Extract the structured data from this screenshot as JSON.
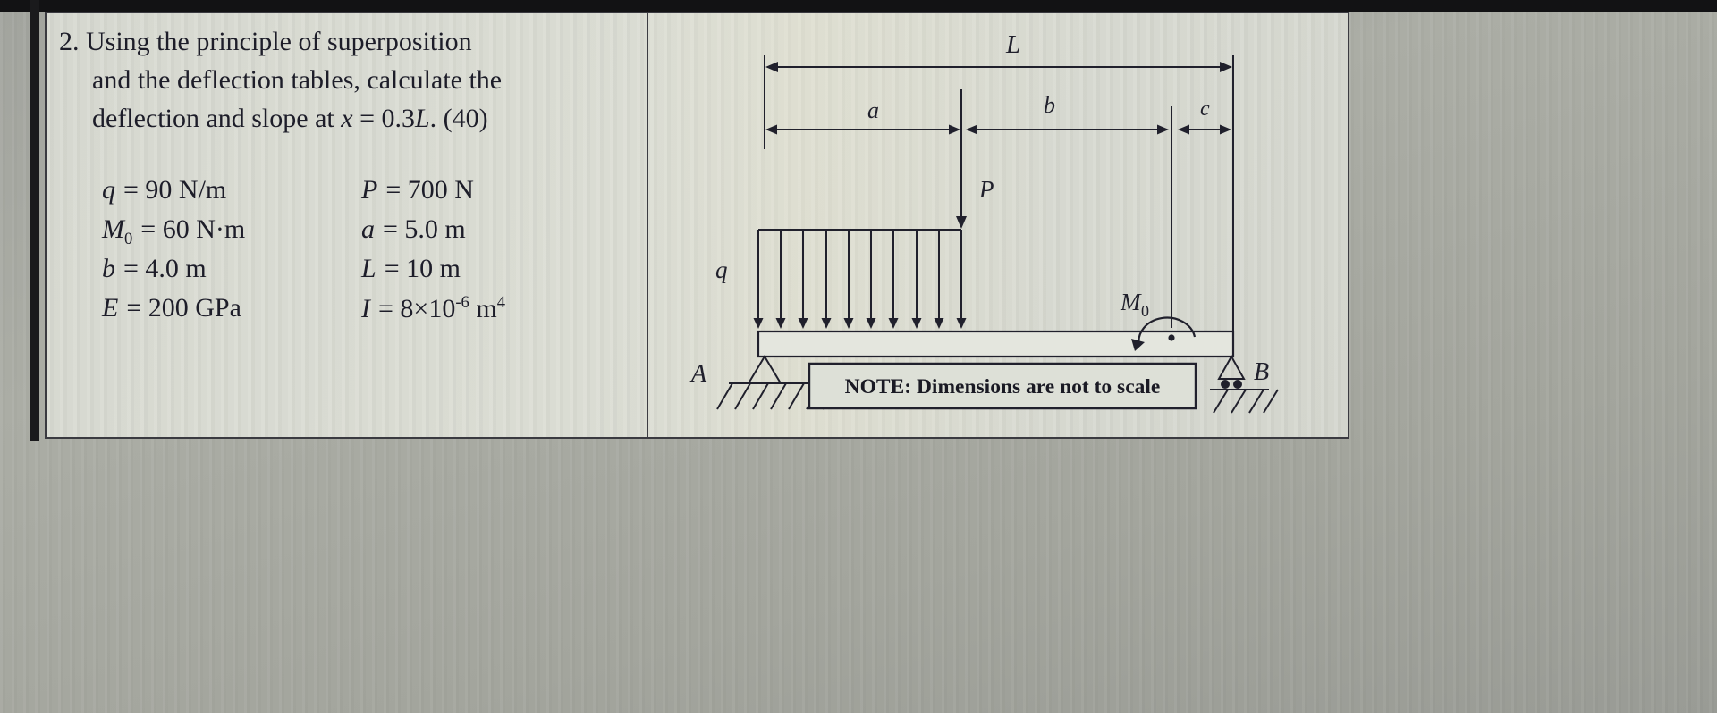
{
  "colors": {
    "ink": "#1d1d29",
    "paper": "#d7d9d1"
  },
  "problem": {
    "line1": "2. Using the principle of superposition",
    "line2": "and the deflection tables, calculate the",
    "line3_pre": "deflection and slope at ",
    "line3_var_x": "x",
    "line3_mid": " = 0.3",
    "line3_var_L": "L",
    "line3_end": ". (40)"
  },
  "given": {
    "q_sym": "q",
    "q_val": "= 90 N/m",
    "M0_sym": "M",
    "M0_sub": "0",
    "M0_val": "= 60 N·m",
    "b_sym": "b",
    "b_val": "= 4.0 m",
    "E_sym": "E",
    "E_val": "= 200 GPa",
    "P_sym": "P",
    "P_val": "= 700 N",
    "a_sym": "a",
    "a_val": "= 5.0 m",
    "L_sym": "L",
    "L_val": "= 10 m",
    "I_sym": "I",
    "I_val_base": "= 8×10",
    "I_val_exp": "-6",
    "I_val_unit": "m",
    "I_val_unit_exp": "4"
  },
  "diagram": {
    "dim_L": "L",
    "dim_a": "a",
    "dim_b": "b",
    "dim_c": "c",
    "load_P": "P",
    "load_q": "q",
    "moment_sym": "M",
    "moment_sub": "0",
    "support_left": "A",
    "support_right": "B",
    "note": "NOTE: Dimensions are not to scale"
  }
}
